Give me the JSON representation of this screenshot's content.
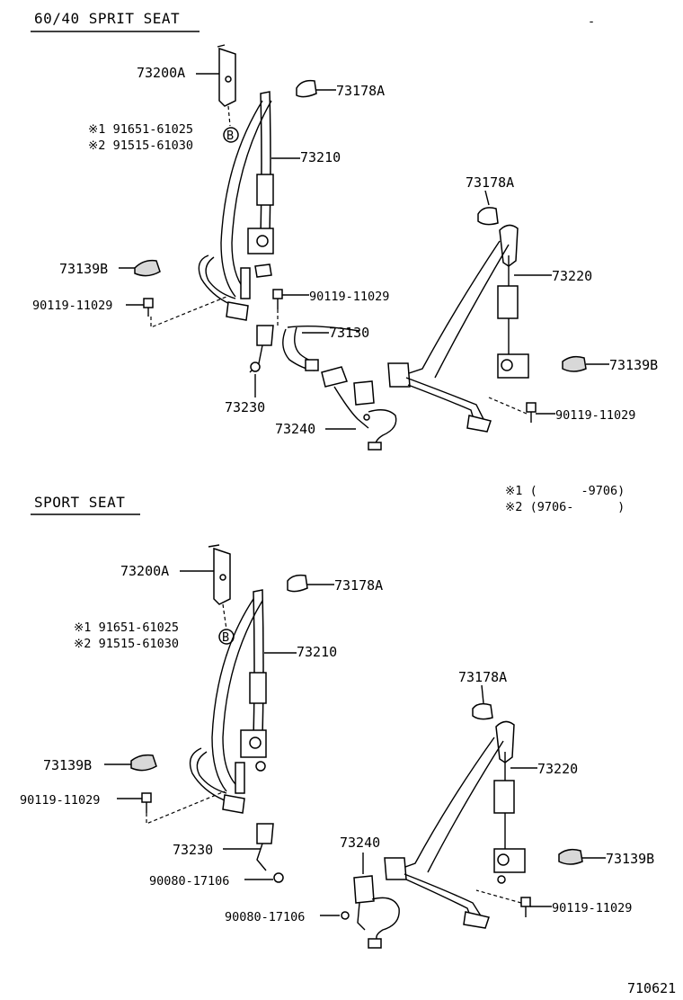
{
  "sections": {
    "top_title": "60/40 SPRIT SEAT",
    "bottom_title": "SPORT SEAT"
  },
  "top": {
    "p73200A": "73200A",
    "p73178A_a": "73178A",
    "note1": "※1 91651-61025",
    "note2": "※2 91515-61030",
    "circleB": "B",
    "p73210": "73210",
    "p73178A_b": "73178A",
    "p73139B_a": "73139B",
    "p73220": "73220",
    "bolt_a": "90119-11029",
    "bolt_b": "90119-11029",
    "p73130": "73130",
    "p73139B_b": "73139B",
    "p73230": "73230",
    "bolt_c": "90119-11029",
    "p73240": "73240"
  },
  "legend": {
    "line1": "※1 (      -9706)",
    "line2": "※2 (9706-      )"
  },
  "bottom": {
    "p73200A": "73200A",
    "p73178A_a": "73178A",
    "note1": "※1 91651-61025",
    "note2": "※2 91515-61030",
    "circleB": "B",
    "p73210": "73210",
    "p73178A_b": "73178A",
    "p73139B_a": "73139B",
    "p73220": "73220",
    "bolt_a": "90119-11029",
    "p73230": "73230",
    "p73240": "73240",
    "p73139B_b": "73139B",
    "nut_a": "90080-17106",
    "nut_b": "90080-17106",
    "bolt_b": "90119-11029"
  },
  "figure_number": "710621"
}
